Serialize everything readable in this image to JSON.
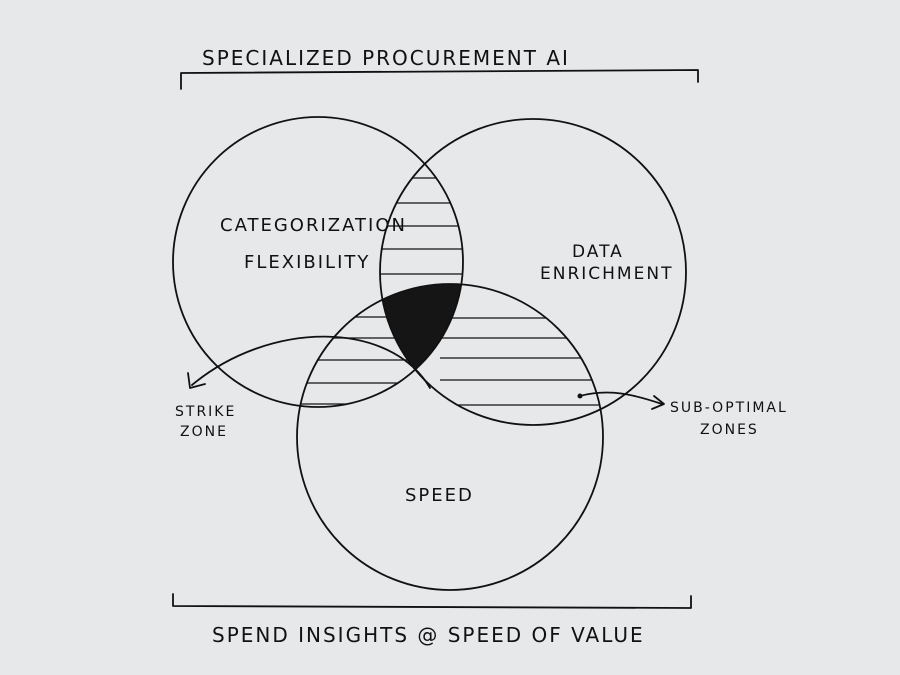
{
  "diagram": {
    "top_title": "SPECIALIZED PROCUREMENT AI",
    "bottom_title": "SPEND INSIGHTS @ SPEED OF VALUE",
    "circles": {
      "left_line1": "CATEGORIZATION",
      "left_line2": "FLEXIBILITY",
      "right_line1": "DATA",
      "right_line2": "ENRICHMENT",
      "bottom": "SPEED"
    },
    "annotations": {
      "strike_line1": "STRIKE",
      "strike_line2": "ZONE",
      "sub_line1": "SUB-OPTIMAL",
      "sub_line2": "ZONES"
    }
  }
}
